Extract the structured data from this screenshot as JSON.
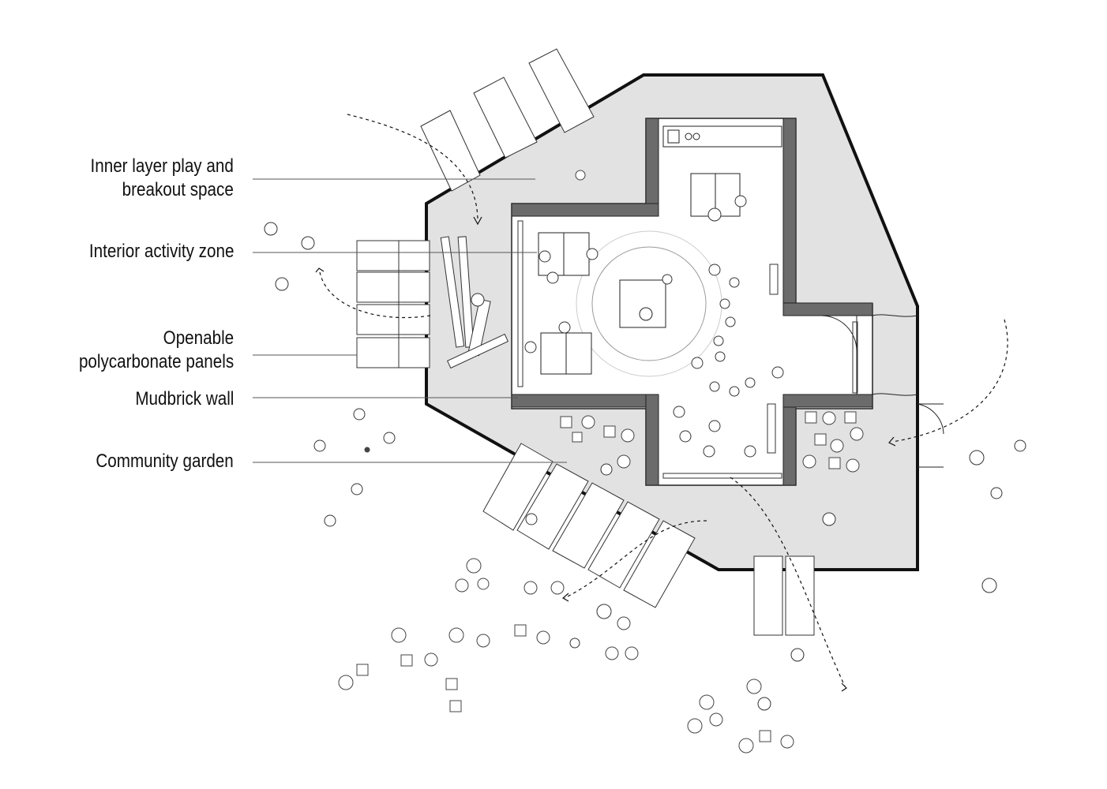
{
  "labels": [
    {
      "id": "inner-layer",
      "lines": [
        "Inner layer play and",
        "breakout space"
      ]
    },
    {
      "id": "interior-zone",
      "lines": [
        "Interior activity zone"
      ]
    },
    {
      "id": "panels",
      "lines": [
        "Openable",
        "polycarbonate panels"
      ]
    },
    {
      "id": "mudbrick",
      "lines": [
        "Mudbrick wall"
      ]
    },
    {
      "id": "garden",
      "lines": [
        "Community garden"
      ]
    }
  ],
  "colors": {
    "outer_floor": "#e2e2e2",
    "mudbrick_wall": "#6b6b6b",
    "line": "#222222",
    "background": "#ffffff"
  }
}
